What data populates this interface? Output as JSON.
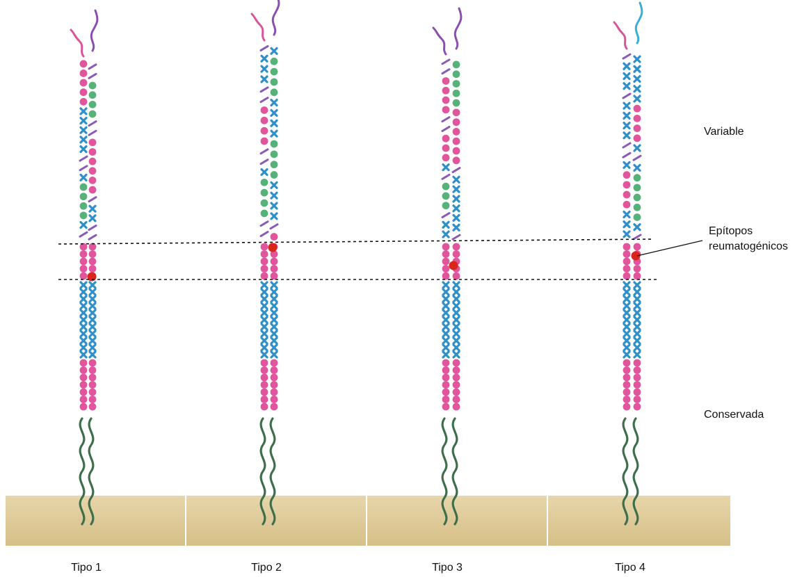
{
  "labels": {
    "variable": "Variable",
    "epitopes_line1": "Epítopos",
    "epitopes_line2": "reumatogénicos",
    "conserved": "Conservada"
  },
  "types": [
    {
      "label": "Tipo 1",
      "tail_colors": [
        "#d9559a",
        "#8a4fb0"
      ]
    },
    {
      "label": "Tipo 2",
      "tail_colors": [
        "#d9559a",
        "#8a4fb0"
      ]
    },
    {
      "label": "Tipo 3",
      "tail_colors": [
        "#8a4fb0",
        "#8a4fb0"
      ]
    },
    {
      "label": "Tipo 4",
      "tail_colors": [
        "#d9559a",
        "#3aaed8"
      ]
    }
  ],
  "colors": {
    "pink": "#e0559b",
    "blue": "#2f8fc9",
    "green": "#57b27a",
    "purple": "#8a5bb5",
    "epitope": "#d8261a",
    "membrane": "#e2cfa0",
    "anchor": "#3e6e4c"
  }
}
